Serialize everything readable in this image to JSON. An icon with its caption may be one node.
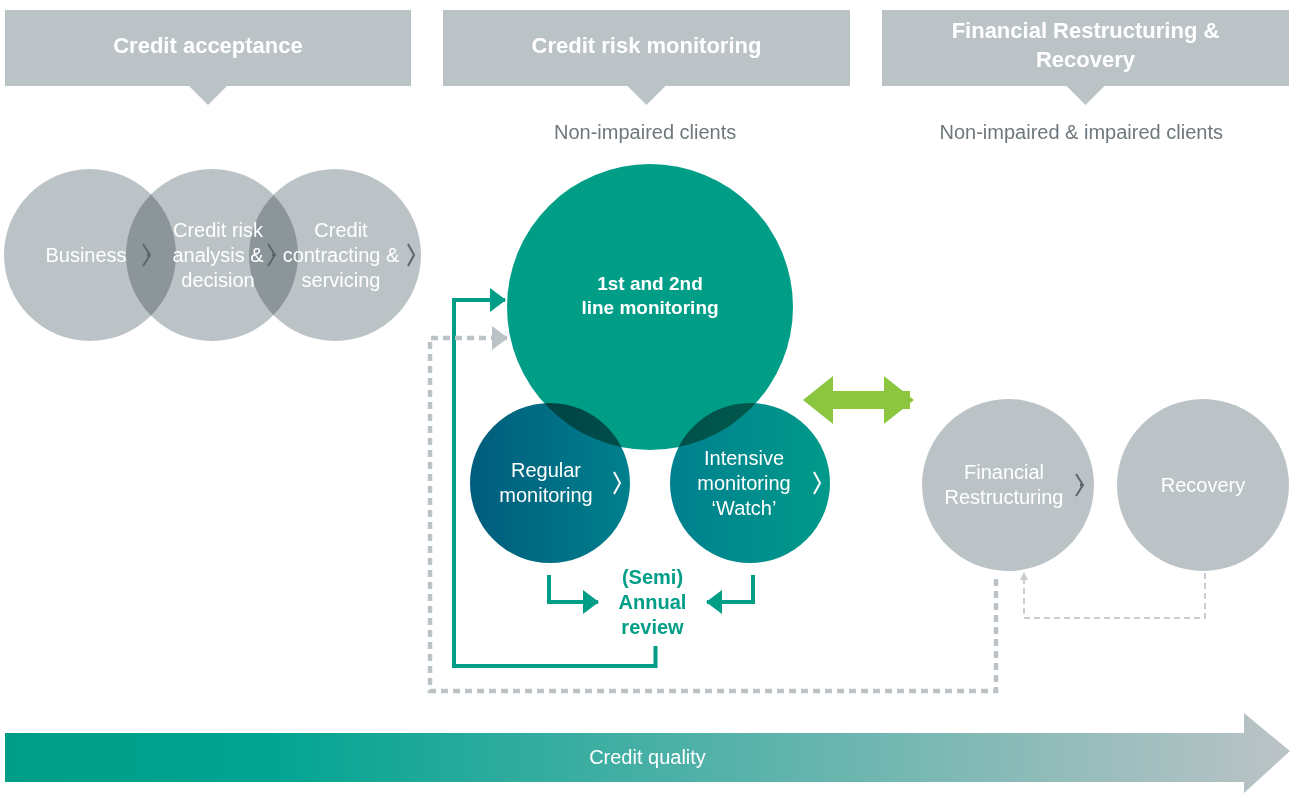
{
  "diagram": {
    "nodes": [
      {
        "text": [
          "Credit acceptance"
        ]
      },
      {
        "text": [
          "Credit risk monitoring"
        ],
        "beside": [
          "Non-impaired clients"
        ]
      },
      {
        "text": [
          "Financial Restructuring & Recovery"
        ],
        "beside": [
          "Non-impaired & impaired clients"
        ]
      },
      {
        "text": [
          "Business"
        ]
      },
      {
        "text": [
          "Credit risk analysis & decision"
        ]
      },
      {
        "text": [
          "Credit contracting & servicing"
        ]
      },
      {
        "text": [
          "1st and 2nd line monitoring"
        ]
      },
      {
        "text": [
          "Regular monitoring"
        ]
      },
      {
        "text": [
          "Intensive monitoring ‘Watch’"
        ]
      },
      {
        "text": [
          "(Semi) Annual review"
        ]
      },
      {
        "text": [
          "Financial Restructuring"
        ]
      },
      {
        "text": [
          "Recovery"
        ]
      },
      {
        "text": [
          "Credit quality"
        ]
      }
    ],
    "edges": [
      {
        "from": 3,
        "to": 4,
        "arrow": "to"
      },
      {
        "from": 4,
        "to": 5,
        "arrow": "to"
      },
      {
        "from": 10,
        "to": 11,
        "arrow": "to"
      },
      {
        "from": 7,
        "to": 9,
        "arrow": "to",
        "color": "#009e87"
      },
      {
        "from": 8,
        "to": 9,
        "arrow": "to",
        "color": "#009e87"
      },
      {
        "from": 9,
        "to": 6,
        "arrow": "to",
        "color": "#009e87"
      },
      {
        "from": 10,
        "to": 6,
        "arrow": "to",
        "style": "dashed",
        "color": "#bcc3c6"
      },
      {
        "from": 11,
        "to": 10,
        "arrow": "to",
        "style": "dashed",
        "color": "#c8ced1"
      },
      {
        "from": 6,
        "to": 10,
        "arrow": "both",
        "style": "thick",
        "color": "#8cc63f"
      }
    ]
  }
}
